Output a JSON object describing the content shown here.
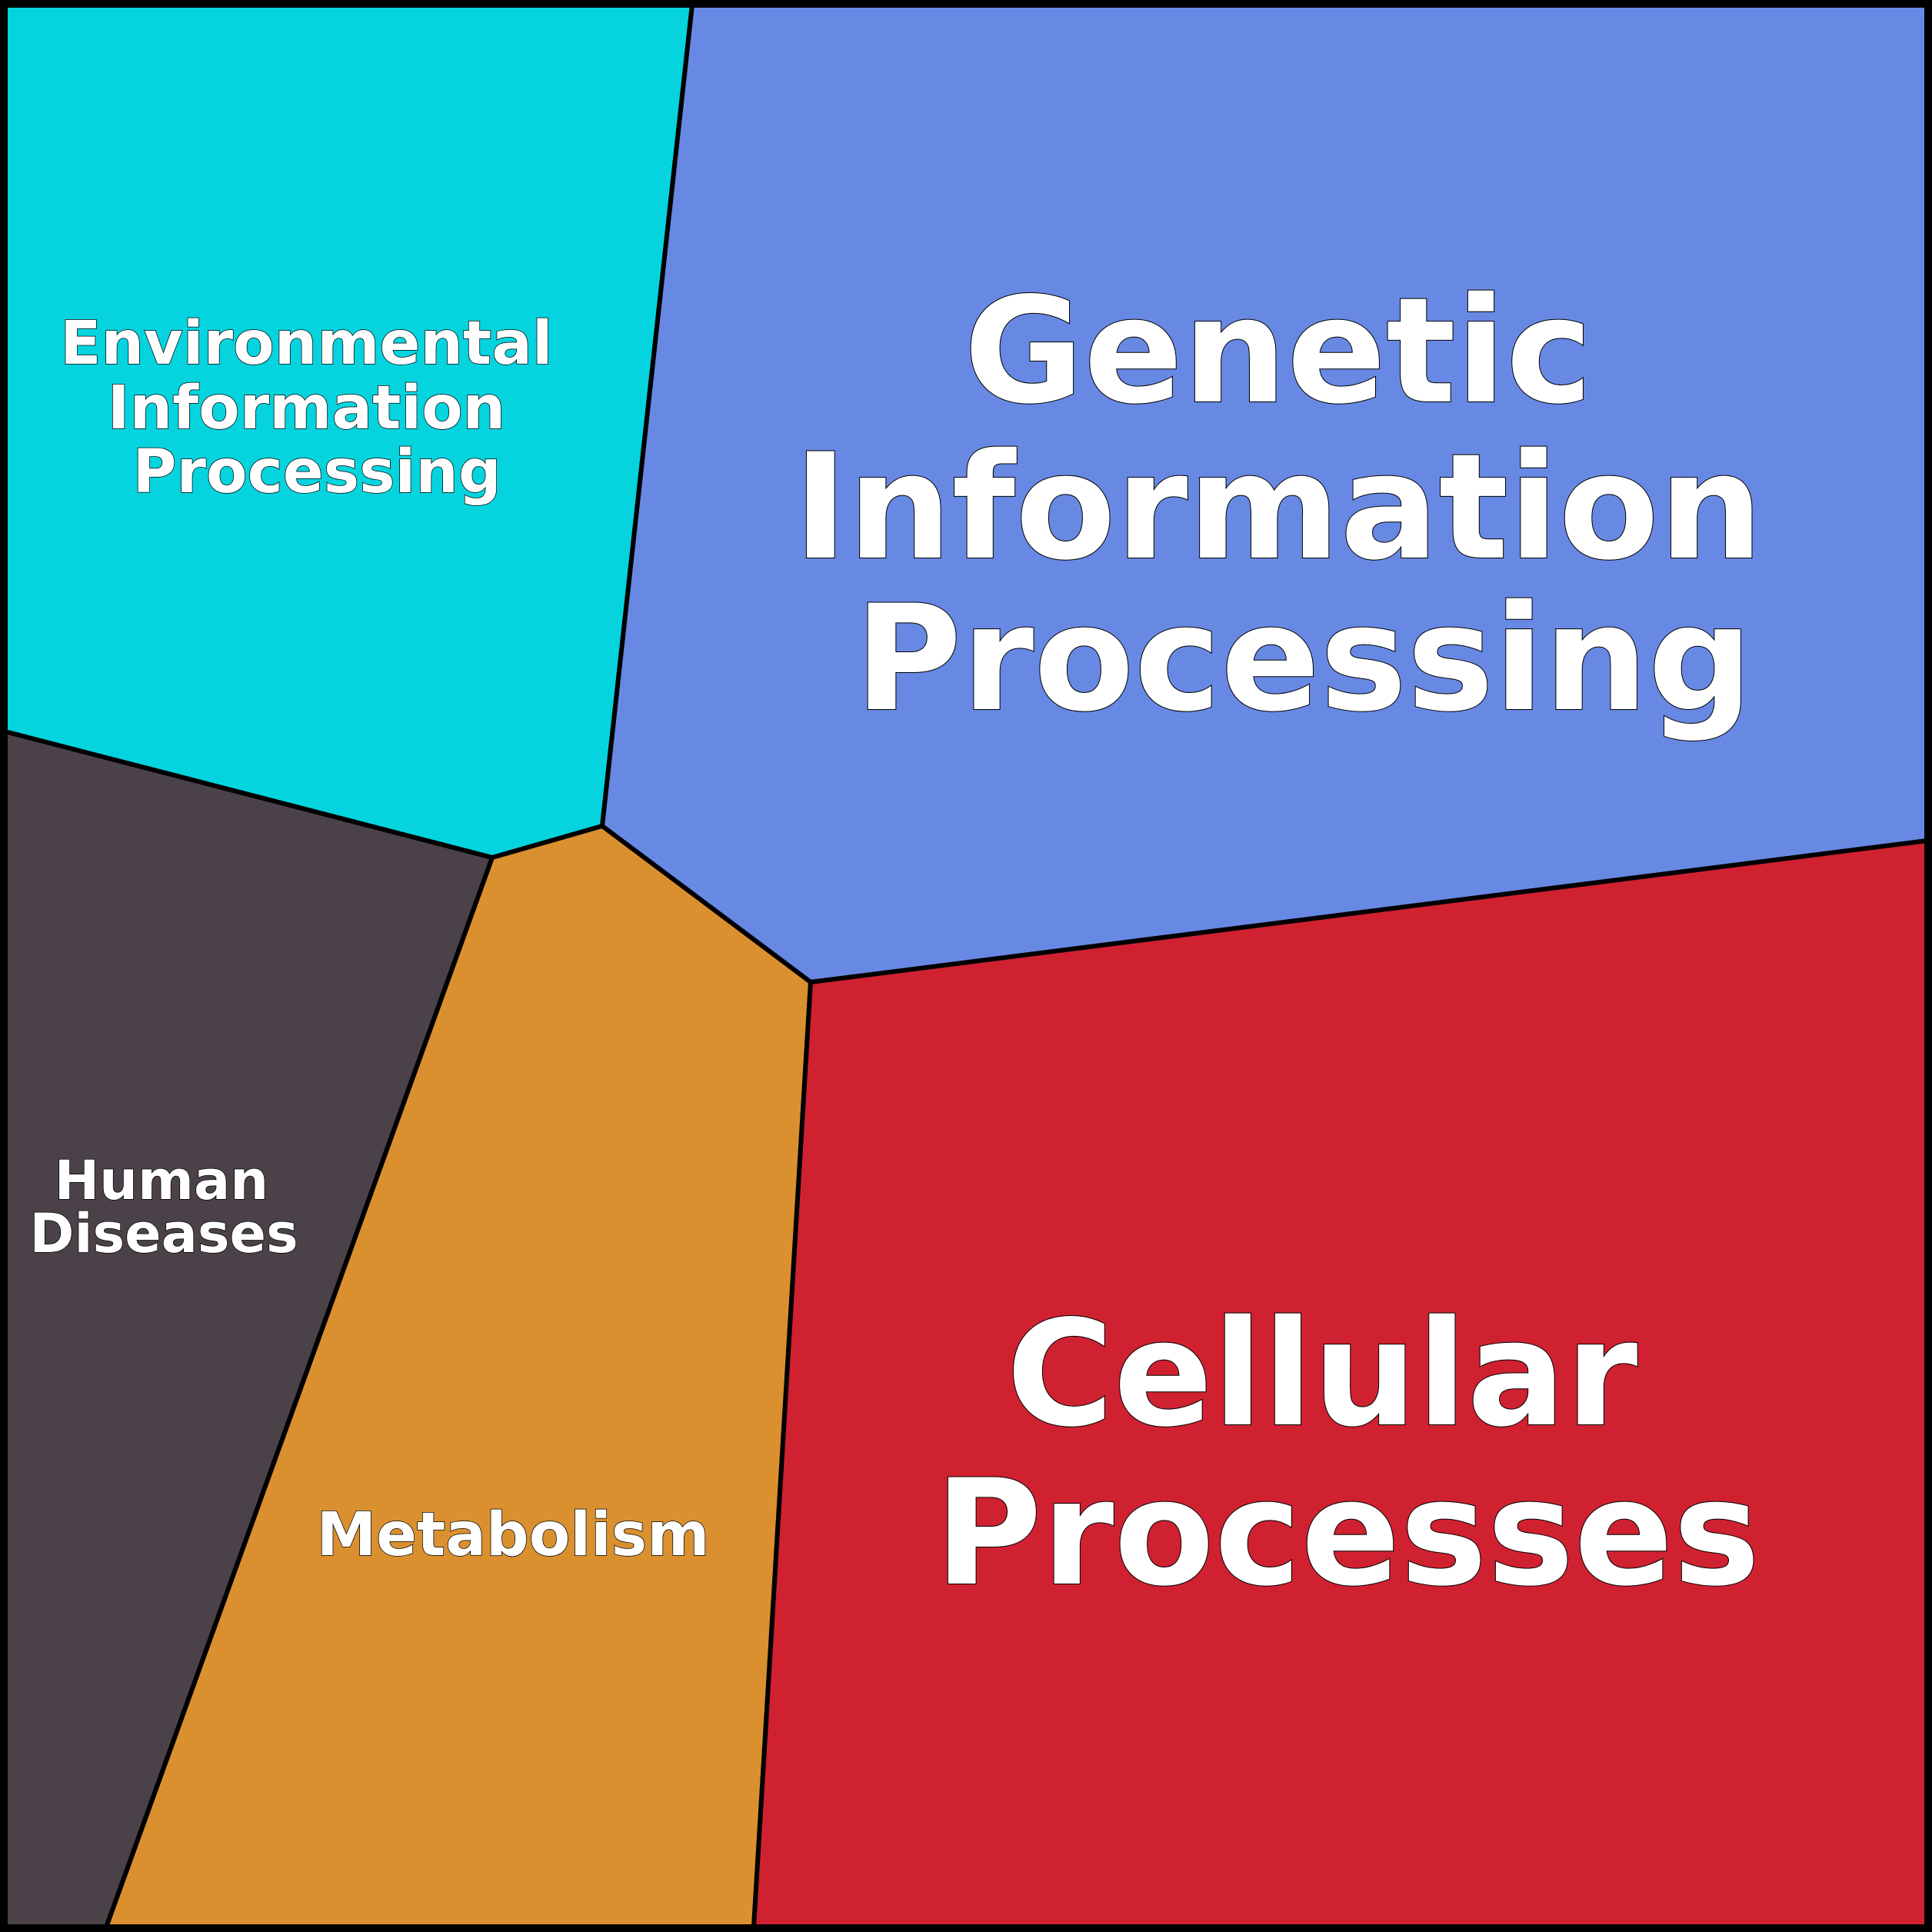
{
  "diagram": {
    "type": "voronoi-treemap",
    "colors": {
      "border": "#000000",
      "label_text": "#ffffff"
    },
    "categories": [
      {
        "id": "environmental",
        "lines": [
          "Environmental",
          "Information",
          "Processing"
        ],
        "color": "#05d4df"
      },
      {
        "id": "genetic",
        "lines": [
          "Genetic",
          "Information",
          "Processing"
        ],
        "color": "#6889e3"
      },
      {
        "id": "human",
        "lines": [
          "Human",
          "Diseases"
        ],
        "color": "#4a4248"
      },
      {
        "id": "metabolism",
        "lines": [
          "Metabolism"
        ],
        "color": "#da902f"
      },
      {
        "id": "cellular",
        "lines": [
          "Cellular",
          "Processes"
        ],
        "color": "#d02131"
      }
    ]
  }
}
